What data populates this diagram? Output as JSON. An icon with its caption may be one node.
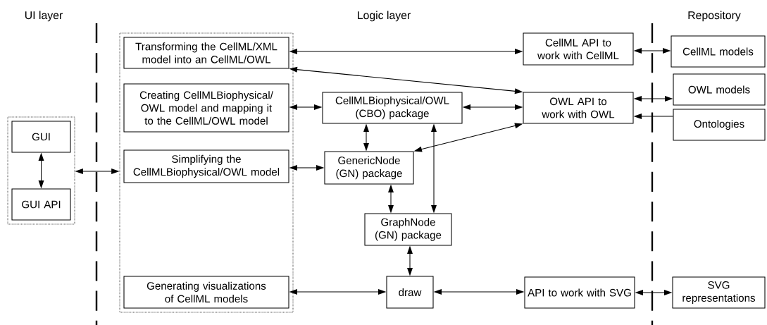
{
  "diagram": {
    "nodes": [
      {
        "text": [],
        "shape": "box"
      },
      {
        "text": [
          "GUI"
        ],
        "in": 0
      },
      {
        "text": [
          "GUI API"
        ],
        "in": 0
      },
      {
        "text": [],
        "shape": "box"
      },
      {
        "text": [
          "Transforming the CellML/XML model into an CellML/OWL"
        ],
        "in": 3
      },
      {
        "text": [
          "Creating CellMLBiophysical/ OWL model and mapping it to the CellML/OWL model"
        ],
        "in": 3
      },
      {
        "text": [
          "Simplifying the CellMLBiophysical/OWL model"
        ],
        "in": 3
      },
      {
        "text": [
          "Generating visualizations of CellML models"
        ],
        "in": 3
      },
      {
        "text": [
          "CellMLBiophysical/OWL (CBO) package"
        ]
      },
      {
        "text": [
          "GenericNode (GN) package"
        ]
      },
      {
        "text": [
          "GraphNode (GN) package"
        ]
      },
      {
        "text": [
          "draw"
        ]
      },
      {
        "text": [
          "CellML API to work with CellML"
        ]
      },
      {
        "text": [
          "OWL API to work with OWL"
        ]
      },
      {
        "text": [
          "API to work with SVG"
        ]
      },
      {
        "text": [
          "CellML models"
        ]
      },
      {
        "text": [
          "OWL models"
        ]
      },
      {
        "text": [
          "Ontologies"
        ]
      },
      {
        "text": [
          "SVG representations"
        ]
      }
    ],
    "edges": [
      {
        "from": 1,
        "to": 2,
        "arrow": "both"
      },
      {
        "from": 0,
        "to": 3,
        "arrow": "both"
      },
      {
        "from": 4,
        "to": 12,
        "arrow": "both"
      },
      {
        "from": 4,
        "to": 13,
        "arrow": "both"
      },
      {
        "from": 5,
        "to": 8,
        "arrow": "both"
      },
      {
        "from": 8,
        "to": 13,
        "arrow": "both"
      },
      {
        "from": 8,
        "to": 9,
        "arrow": "both"
      },
      {
        "from": 8,
        "to": 10,
        "arrow": "both"
      },
      {
        "from": 13,
        "to": 9,
        "arrow": "both"
      },
      {
        "from": 6,
        "to": 9,
        "arrow": "both"
      },
      {
        "from": 9,
        "to": 10,
        "arrow": "both"
      },
      {
        "from": 10,
        "to": 11,
        "arrow": "both"
      },
      {
        "from": 7,
        "to": 11,
        "arrow": "both"
      },
      {
        "from": 11,
        "to": 14,
        "arrow": "both"
      },
      {
        "from": 12,
        "to": 15,
        "arrow": "both"
      },
      {
        "from": 13,
        "to": 16,
        "arrow": "both"
      },
      {
        "from": 17,
        "to": 13,
        "arrow": "to"
      },
      {
        "from": 14,
        "to": 18,
        "arrow": "both"
      }
    ],
    "labels": [
      "UI layer",
      "Logic layer",
      "Repository"
    ]
  }
}
